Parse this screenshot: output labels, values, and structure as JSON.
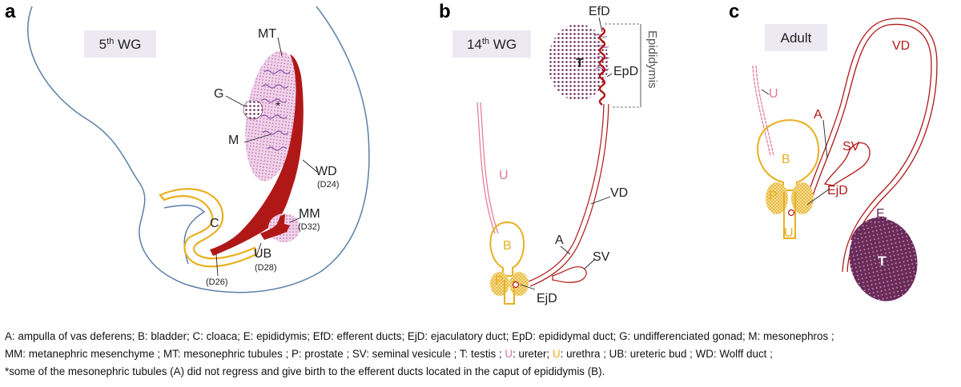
{
  "panels": {
    "a": {
      "letter": "a",
      "stage": "5th WG",
      "labels": {
        "mt": "MT",
        "g": "G",
        "star": "*",
        "m": "M",
        "wd": "WD",
        "wd_day": "(D24)",
        "mm": "MM",
        "mm_day": "(D32)",
        "c": "C",
        "ub": "UB",
        "ub_day": "(D28)",
        "cl_day": "(D26)"
      }
    },
    "b": {
      "letter": "b",
      "stage": "14th WG",
      "labels": {
        "efd": "EfD",
        "t": "T",
        "epd": "EpD",
        "epididymis": "Epididymis",
        "u": "U",
        "vd": "VD",
        "a": "A",
        "sv": "SV",
        "b": "B",
        "p": "P",
        "ejd": "EjD"
      }
    },
    "c": {
      "letter": "c",
      "stage": "Adult",
      "labels": {
        "vd": "VD",
        "u": "U",
        "a": "A",
        "sv": "SV",
        "b": "B",
        "p": "P",
        "ejd": "EjD",
        "e": "E",
        "t": "T",
        "ur": "U"
      }
    }
  },
  "legend": {
    "line1": "A: ampulla of vas deferens; B: bladder; C: cloaca; E: epididymis; EfD: efferent ducts; EjD: ejaculatory duct; EpD: epididymal duct; G: undifferenciated gonad; M: mesonephros ;",
    "line2_a": "MM: metanephric mesenchyme ; MT: mesonephric tubules ; P: prostate ; SV: seminal vesicule ; T: testis ; ",
    "line2_u1": "U",
    "line2_b": ": ureter; ",
    "line2_u2": "U",
    "line2_c": ": urethra ; UB: ureteric bud ; WD: Wolff duct ;",
    "line3": "*some of the mesonephric tubules (A) did not regress and give birth to the efferent ducts located in the caput of epididymis (B)."
  },
  "colors": {
    "red": "#b01818",
    "pink": "#e07890",
    "yellow": "#e8b020",
    "purple": "#6a2a5a",
    "blue_outline": "#5a80a8",
    "stage_box": "#ece9f3",
    "mesonephros": "#e8b8dc"
  }
}
